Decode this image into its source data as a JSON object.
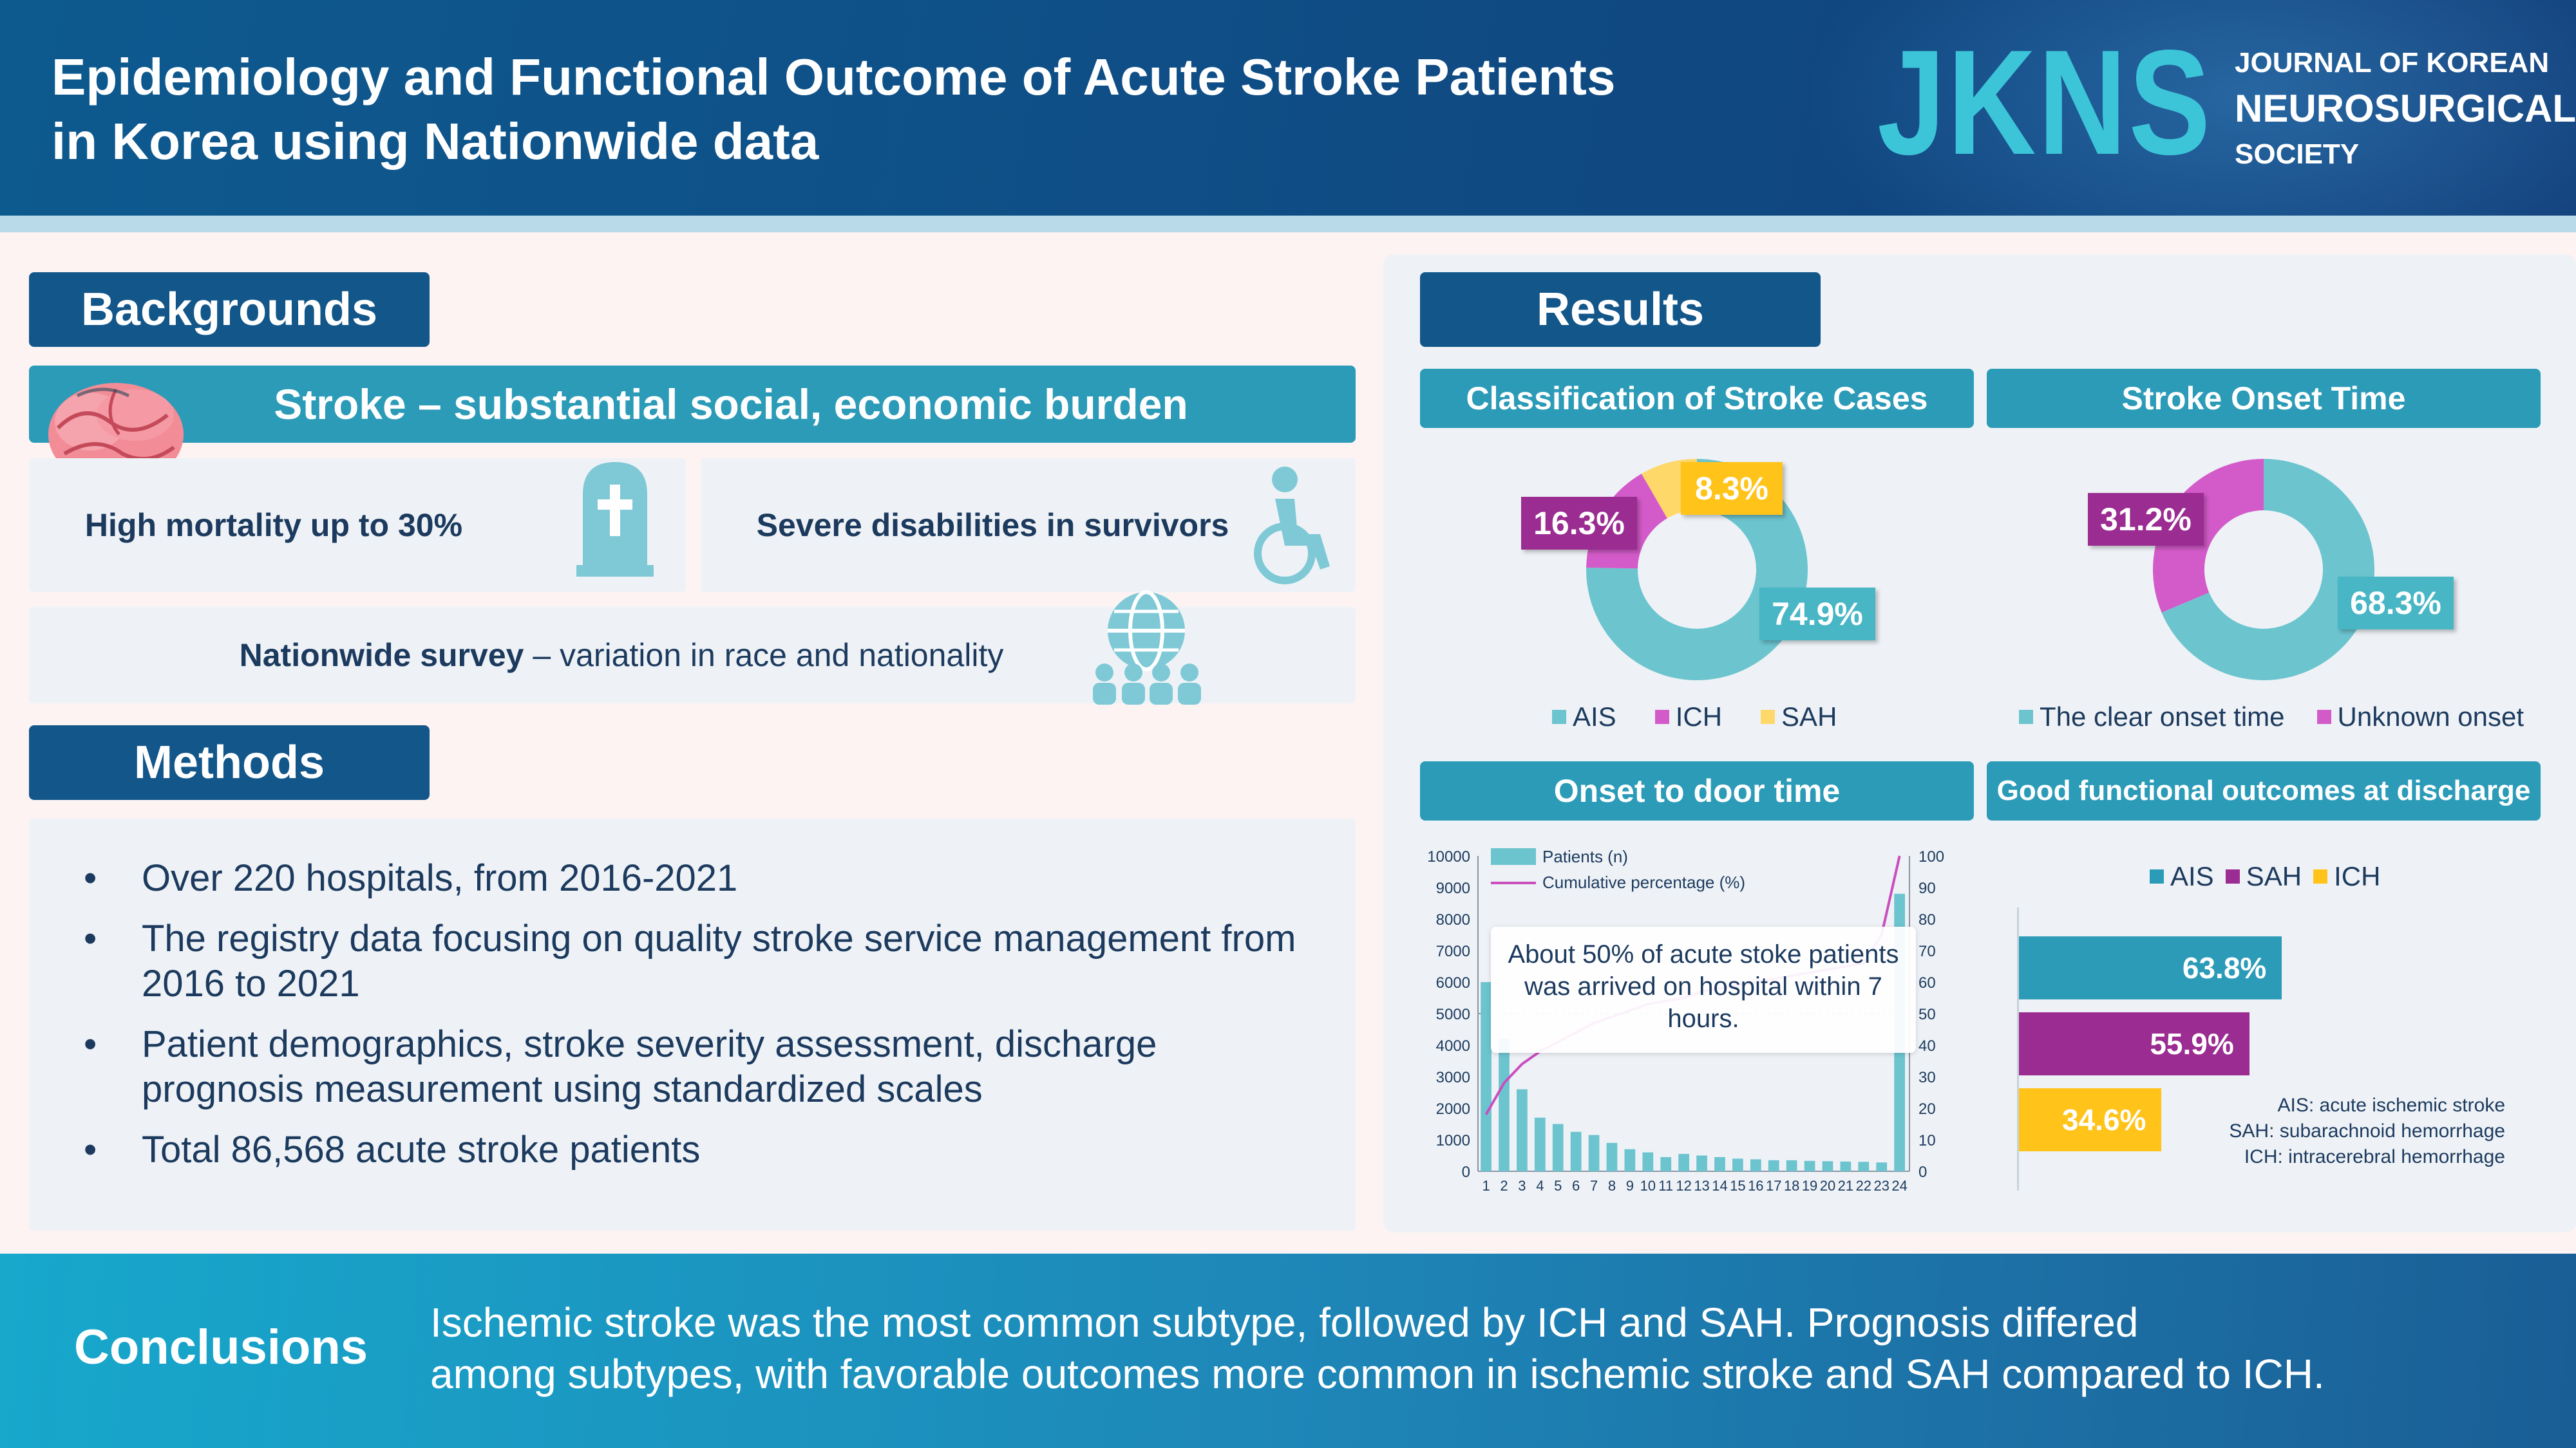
{
  "header": {
    "title_line1": "Epidemiology and Functional Outcome of Acute Stroke Patients",
    "title_line2": "in Korea using Nationwide data",
    "logo_abbr": "JKNS",
    "logo_line1": "JOURNAL OF KOREAN",
    "logo_line2": "NEUROSURGICAL",
    "logo_line3": "SOCIETY"
  },
  "backgrounds": {
    "tab": "Backgrounds",
    "banner": "Stroke – substantial social, economic burden",
    "card1": "High mortality up to 30%",
    "card2": "Severe disabilities in survivors",
    "card3_bold": "Nationwide survey",
    "card3_rest": " – variation in race and nationality",
    "icons": [
      "brain-icon",
      "tombstone-icon",
      "wheelchair-icon",
      "globe-people-icon"
    ]
  },
  "methods": {
    "tab": "Methods",
    "items": [
      "Over 220 hospitals, from 2016-2021",
      "The registry data focusing on quality stroke service management from 2016 to 2021",
      "Patient demographics, stroke severity assessment, discharge prognosis measurement using standardized scales",
      "Total 86,568 acute stroke patients"
    ]
  },
  "results": {
    "tab": "Results",
    "panel1_title": "Classification of Stroke Cases",
    "panel2_title": "Stroke Onset Time",
    "panel3_title": "Onset to door time",
    "panel4_title": "Good functional outcomes at discharge",
    "abbr1": "AIS: acute ischemic stroke",
    "abbr2": "SAH: subarachnoid hemorrhage",
    "abbr3": "ICH: intracerebral hemorrhage",
    "annotation": "About 50% of acute stoke patients was arrived on hospital within 7 hours."
  },
  "colors": {
    "ais": "#6cc4cf",
    "ich": "#d35bc9",
    "sah": "#ffd86a",
    "bar_ais": "#2c9bb8",
    "bar_sah": "#9b2c91",
    "bar_ich": "#ffc31a"
  },
  "chart_data": [
    {
      "type": "pie",
      "labels": [
        "AIS",
        "ICH",
        "SAH"
      ],
      "values": [
        74.9,
        16.3,
        8.3
      ],
      "value_labels": [
        "74.9%",
        "16.3%",
        "8.3%"
      ]
    },
    {
      "type": "pie",
      "labels": [
        "The clear onset time",
        "Unknown onset"
      ],
      "values": [
        68.3,
        31.2
      ],
      "value_labels": [
        "68.3%",
        "31.2%"
      ]
    },
    {
      "type": "bar",
      "categories": [
        "1",
        "2",
        "3",
        "4",
        "5",
        "6",
        "7",
        "8",
        "9",
        "10",
        "11",
        "12",
        "13",
        "14",
        "15",
        "16",
        "17",
        "18",
        "19",
        "20",
        "21",
        "22",
        "23",
        "24"
      ],
      "series": [
        {
          "name": "Patients (n)",
          "values": [
            6000,
            4200,
            2600,
            1700,
            1500,
            1250,
            1150,
            900,
            700,
            600,
            450,
            550,
            500,
            450,
            400,
            380,
            350,
            350,
            330,
            320,
            310,
            300,
            280,
            8800
          ]
        },
        {
          "name": "Cumulative percentage (%)",
          "values": [
            18,
            28,
            34,
            38,
            41,
            44,
            47,
            49,
            51,
            53,
            54,
            55,
            57,
            58,
            59,
            60,
            61,
            62,
            63,
            64,
            65,
            66,
            75,
            100
          ]
        }
      ],
      "y_ticks": [
        "0",
        "1000",
        "2000",
        "3000",
        "4000",
        "5000",
        "6000",
        "7000",
        "8000",
        "9000",
        "10000"
      ],
      "y2_ticks": [
        "0",
        "10",
        "20",
        "30",
        "40",
        "50",
        "60",
        "70",
        "80",
        "90",
        "100"
      ],
      "ylim": [
        0,
        10000
      ],
      "y2lim": [
        0,
        100
      ]
    },
    {
      "type": "bar",
      "orientation": "horizontal",
      "categories": [
        "AIS",
        "SAH",
        "ICH"
      ],
      "values": [
        63.8,
        55.9,
        34.6
      ],
      "value_labels": [
        "63.8%",
        "55.9%",
        "34.6%"
      ]
    }
  ],
  "conclusions": {
    "title": "Conclusions",
    "text_line1": "Ischemic stroke was the most common subtype, followed by ICH and SAH. Prognosis differed",
    "text_line2": "among subtypes, with favorable outcomes more common in ischemic stroke and SAH compared to ICH."
  }
}
